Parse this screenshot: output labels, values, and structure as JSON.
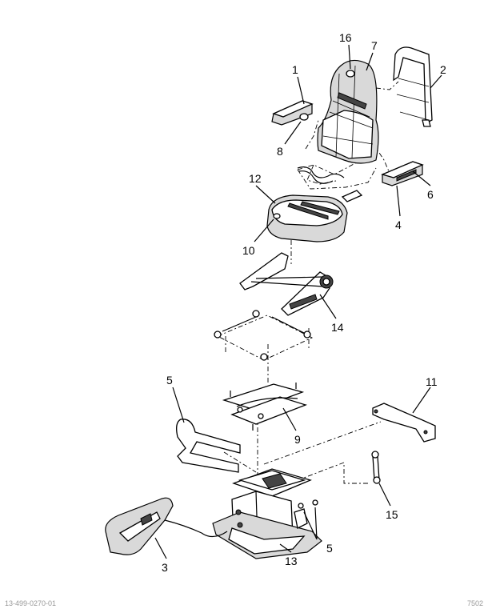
{
  "callouts": [
    "1",
    "2",
    "3",
    "4",
    "5",
    "6",
    "7",
    "8",
    "9",
    "10",
    "11",
    "12",
    "13",
    "14",
    "15",
    "16"
  ],
  "callout_5_second": "5",
  "footer": {
    "left": "13-499-0270-01",
    "right": "7502"
  }
}
